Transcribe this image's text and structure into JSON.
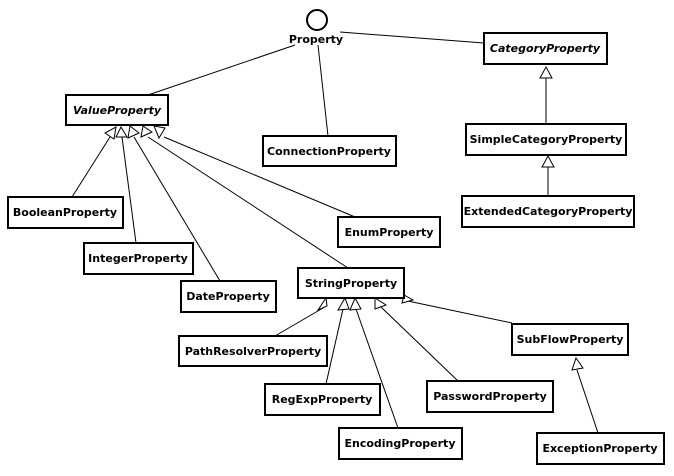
{
  "interface": {
    "label": "Property"
  },
  "classes": {
    "valueProperty": "ValueProperty",
    "connectionProperty": "ConnectionProperty",
    "categoryProperty": "CategoryProperty",
    "simpleCategoryProperty": "SimpleCategoryProperty",
    "extendedCategoryProperty": "ExtendedCategoryProperty",
    "booleanProperty": "BooleanProperty",
    "integerProperty": "IntegerProperty",
    "dateProperty": "DateProperty",
    "enumProperty": "EnumProperty",
    "stringProperty": "StringProperty",
    "pathResolverProperty": "PathResolverProperty",
    "regExpProperty": "RegExpProperty",
    "encodingProperty": "EncodingProperty",
    "passwordProperty": "PasswordProperty",
    "subFlowProperty": "SubFlowProperty",
    "exceptionProperty": "ExceptionProperty"
  }
}
